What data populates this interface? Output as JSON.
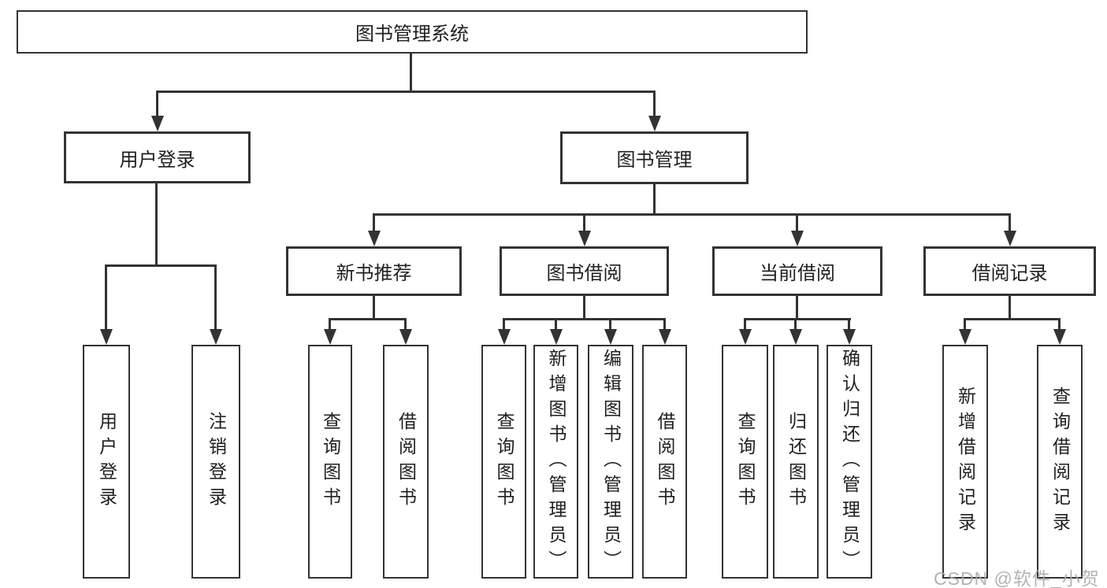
{
  "diagram": {
    "root": "图书管理系统",
    "user_login": {
      "label": "用户登录",
      "children": [
        "用户登录",
        "注销登录"
      ]
    },
    "book_management": {
      "label": "图书管理",
      "sections": [
        {
          "label": "新书推荐",
          "children": [
            "查询图书",
            "借阅图书"
          ]
        },
        {
          "label": "图书借阅",
          "children": [
            "查询图书",
            "新增图书（管理员）",
            "编辑图书（管理员）",
            "借阅图书"
          ]
        },
        {
          "label": "当前借阅",
          "children": [
            "查询图书",
            "归还图书",
            "确认归还（管理员）"
          ]
        },
        {
          "label": "借阅记录",
          "children": [
            "新增借阅记录",
            "查询借阅记录"
          ]
        }
      ]
    }
  },
  "watermark": {
    "text": "CSDN @软件_小贺同学"
  },
  "colors": {
    "line": "#333333",
    "border": "#333333",
    "text": "#1f1f1f",
    "watermark": "#ababab",
    "background": "#ffffff"
  }
}
